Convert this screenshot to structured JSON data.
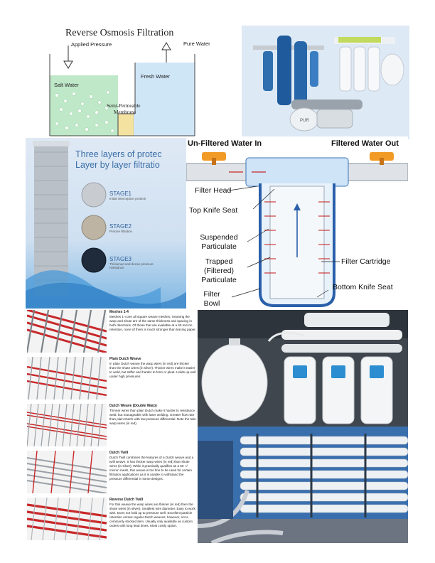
{
  "ro_diagram": {
    "title": "Reverse Osmosis Filtration",
    "applied_pressure": "Applied Pressure",
    "pure_water": "Pure Water",
    "salt_water": "Salt Water",
    "fresh_water": "Fresh Water",
    "membrane": "Semi-Permeable Membrane"
  },
  "layers_ad": {
    "heading_line1": "Three layers of protec",
    "heading_line2": "Layer by layer filtratio",
    "stages": [
      {
        "name": "STAGE1",
        "desc": "Initial interception protecti"
      },
      {
        "name": "STAGE2",
        "desc": "Precise filtration"
      },
      {
        "name": "STAGE3",
        "desc": "Thickened and dense pressure resistance"
      }
    ]
  },
  "filter_diagram": {
    "unfiltered": "Un-Filtered Water In",
    "filtered": "Filtered Water Out",
    "labels": {
      "filter_head": "Filter Head",
      "top_knife_seat": "Top Knife Seat",
      "suspended": "Suspended Particulate",
      "trapped": "Trapped (Filtered) Particulate",
      "bowl": "Filter Bowl",
      "cartridge": "Filter Cartridge",
      "bottom_knife_seat": "Bottom Knife Seat"
    }
  },
  "mesh_types": [
    {
      "title": "Meshes 1-4",
      "desc": "Meshes 1-4 are all square weave meshes, meaning the warp and shute are of the same thickness and spacing in both directions. Of those that are available at a 60 micron retention, none of them is much stronger than tracing paper."
    },
    {
      "title": "Plain Dutch Weave",
      "desc": "In plain Dutch weave the warp wires (in red) are thicker than the shute wires (in silver). Thicker wires make it easier to weld, but stiffer and harder to form or pleat. Holds up well under high pressures."
    },
    {
      "title": "Dutch Weave (Double Warp)",
      "desc": "Thinner wires than plain Dutch make it harder to resistance weld, but manageable with laser welding. Greater flow rate than plain Dutch with low pressure differential. Note the twin warp wires (in red)."
    },
    {
      "title": "Dutch Twill",
      "desc": "Dutch Twill combines the features of a Dutch weave and a twill weave. It has thicker warp wires (in red) than shute wires (in silver). While it practically qualifies as a 60 +/- micron mesh, this weave is too fine to be used for certain filtration applications as it is unable to withstand the pressure differential in some designs."
    },
    {
      "title": "Reverse Dutch Twill",
      "desc": "For this weave the warp wires are thinner (in red) then the shute wires (in silver). Smallest wire diameter. Easy to work with. Does not hold up to pressure well. Excellent particle retention versus regular Dutch weaves; however, not a commonly stocked item. Usually only available as custom orders with long lead times. Most costly option."
    }
  ],
  "products_photo": {
    "brand_badge": "PUR"
  },
  "colors": {
    "ro_blue": "#3f86c6",
    "fresh_water": "#cfe6f7",
    "salt_water": "#bfe8c8",
    "membrane": "#f4e3a0",
    "mesh_red": "#c8282a",
    "mesh_silver": "#9aa0a6"
  }
}
